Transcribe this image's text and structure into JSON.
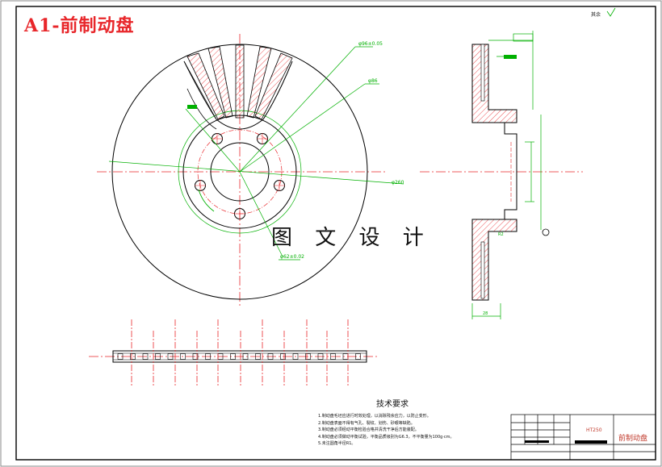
{
  "header": {
    "title": "A1-前制动盘"
  },
  "corner_note": "其余",
  "watermark_caption": "图 文 设 计",
  "requirements": {
    "title": "技术要求",
    "items": [
      "1.制动盘毛坯应进行时效处理，以消除残余应力，以防止变形。",
      "2.制动盘表面不得有气孔、裂纹、划伤、砂眼等缺陷。",
      "3.制动盘必须经动平衡检验合格并清洗干净后方能装配。",
      "4.制动盘必须做动平衡试验，平衡品质级别为G6.3，不平衡量为100g·cm。",
      "5.未注圆角半径R1。"
    ]
  },
  "title_block": {
    "material": "HT250",
    "part_name": "前制动盘"
  },
  "colors": {
    "stamp": "#e8262a",
    "centerline": "#e8262a",
    "dimension": "#00b000",
    "outline": "#000000"
  }
}
